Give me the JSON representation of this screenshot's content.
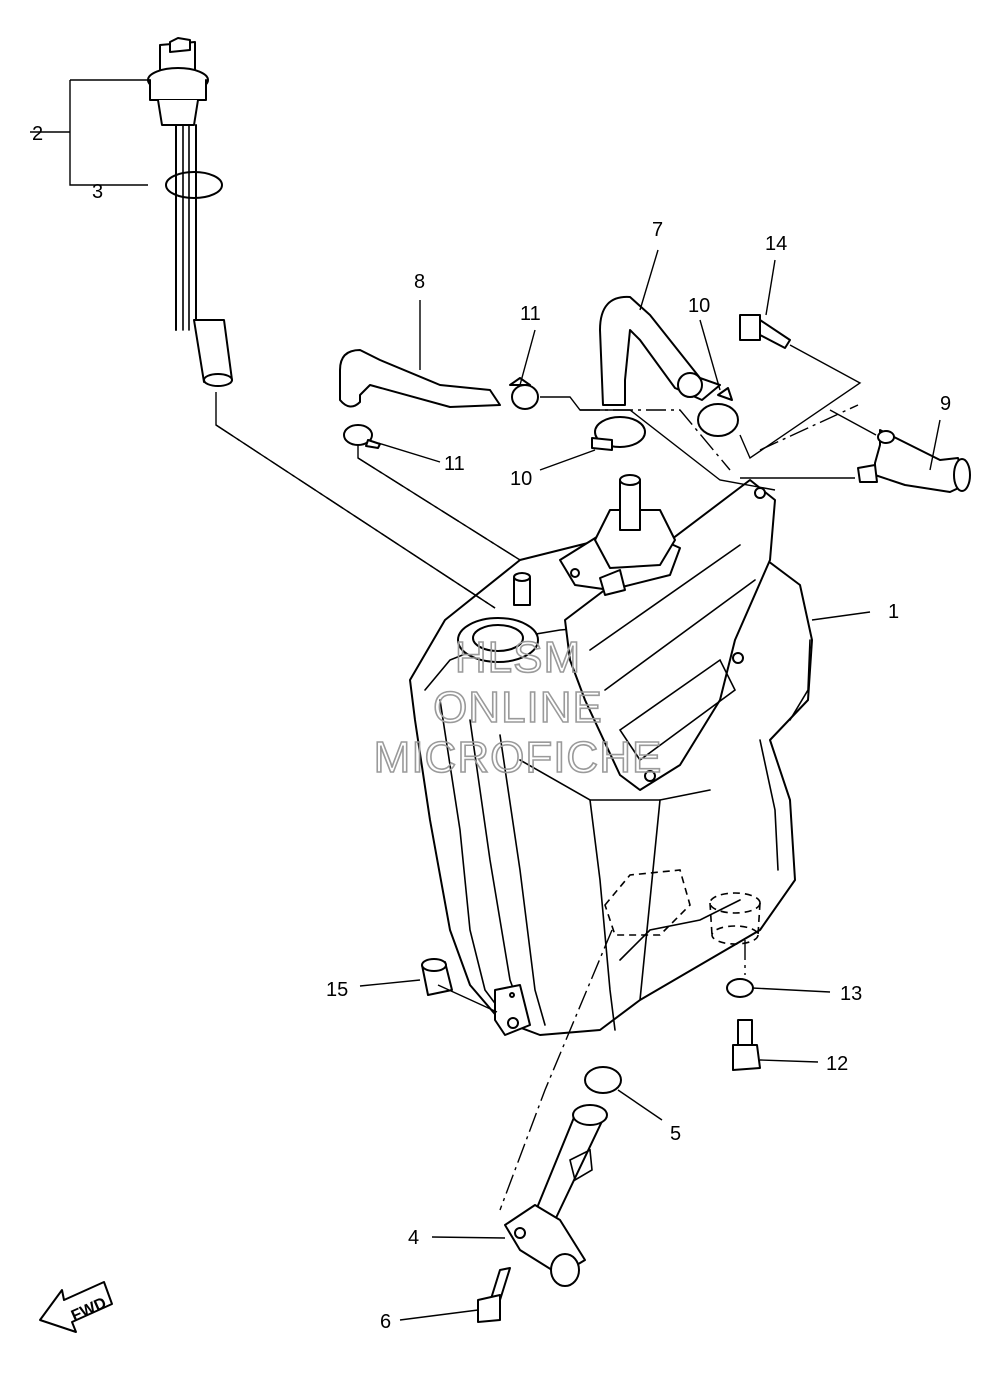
{
  "callouts": {
    "c1": "1",
    "c2": "2",
    "c3": "3",
    "c4": "4",
    "c5": "5",
    "c6": "6",
    "c7": "7",
    "c8": "8",
    "c9": "9",
    "c10a": "10",
    "c10b": "10",
    "c11a": "11",
    "c11b": "11",
    "c12": "12",
    "c13": "13",
    "c14": "14",
    "c15": "15"
  },
  "watermark": {
    "line1": "HLSM",
    "line2": "ONLINE",
    "line3": "MICROFICHE"
  },
  "direction_arrow": {
    "label": "FWD",
    "icon": "fwd-arrow-icon"
  }
}
